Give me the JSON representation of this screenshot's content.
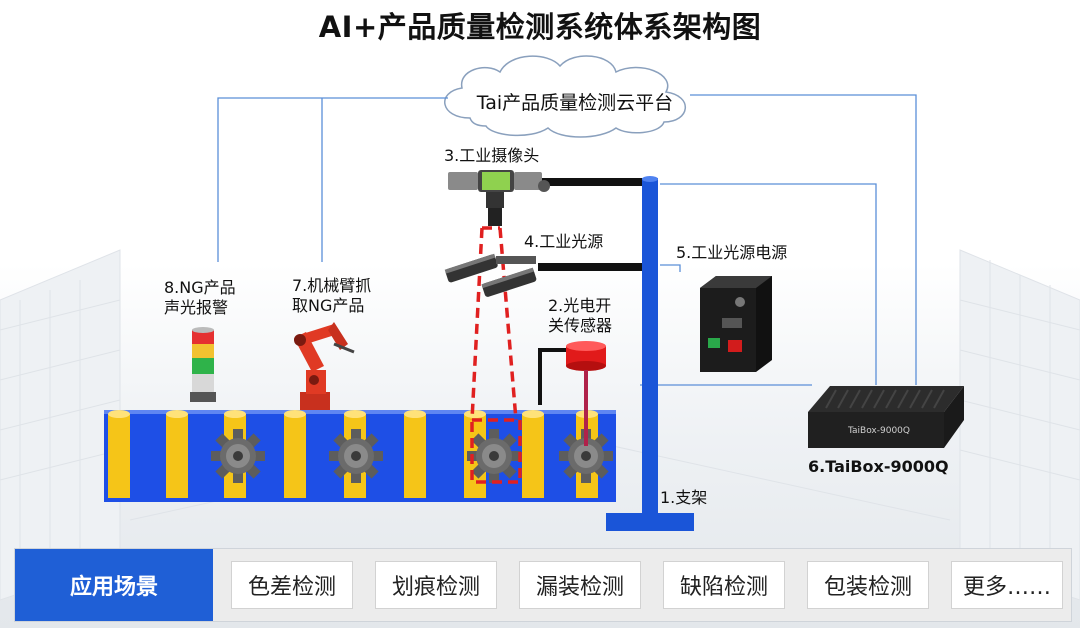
{
  "title": "AI+产品质量检测系统体系架构图",
  "cloud": {
    "label": "Tai产品质量检测云平台"
  },
  "components": {
    "stand": "1.支架",
    "sensor_line1": "2.光电开",
    "sensor_line2": "关传感器",
    "camera": "3.工业摄像头",
    "light": "4.工业光源",
    "power": "5.工业光源电源",
    "taibox": "6.TaiBox-9000Q",
    "taibox_device_text": "TaiBox-9000Q",
    "arm_line1": "7.机械臂抓",
    "arm_line2": "取NG产品",
    "alarm_line1": "8.NG产品",
    "alarm_line2": "声光报警"
  },
  "scenarios": {
    "header": "应用场景",
    "items": [
      "色差检测",
      "划痕检测",
      "漏装检测",
      "缺陷检测",
      "包装检测",
      "更多……"
    ]
  },
  "colors": {
    "accent_blue": "#1f5fd6",
    "conveyor_blue": "#1e4fe6",
    "cylinder_yellow": "#f5c518",
    "link_line": "#5b8fd8",
    "laser_red": "#e02020"
  }
}
